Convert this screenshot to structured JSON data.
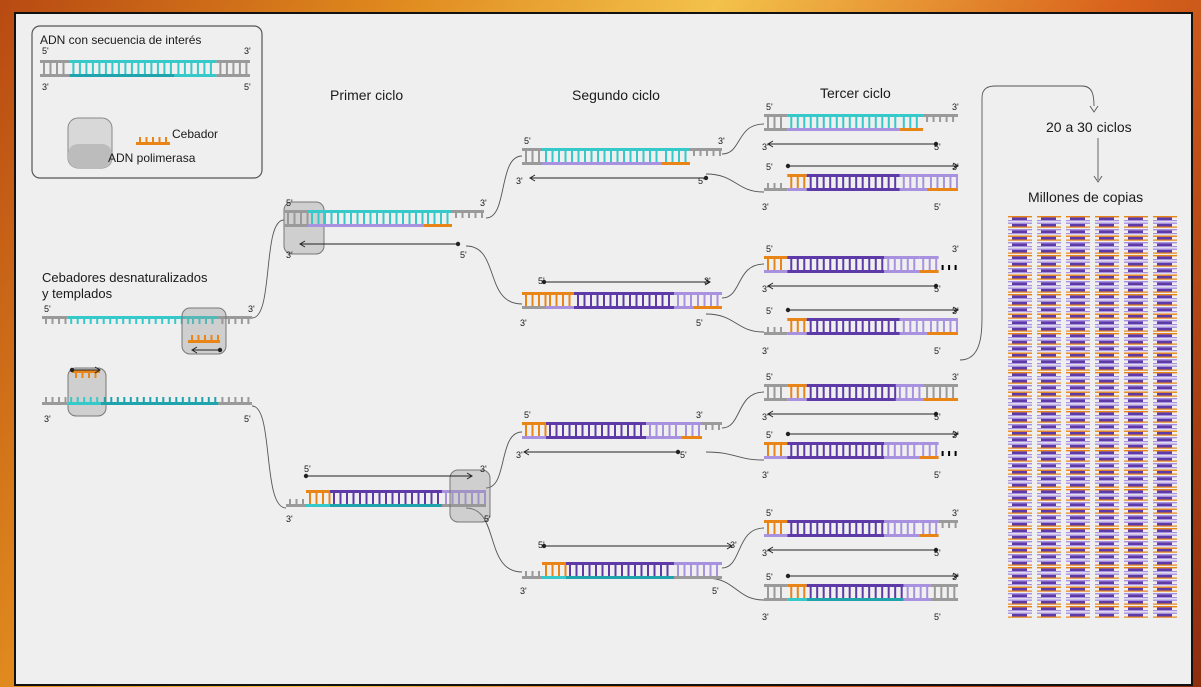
{
  "legend": {
    "title": "ADN con secuencia de interés",
    "primer_label": "Cebador",
    "polymerase_label": "ADN polimerasa"
  },
  "headings": {
    "first_cycle": "Primer ciclo",
    "second_cycle": "Segundo ciclo",
    "third_cycle": "Tercer ciclo",
    "cycles_range": "20 a 30 ciclos",
    "millions": "Millones de copias",
    "denatured": [
      "Cebadores desnaturalizados",
      "y templados"
    ]
  },
  "ends": {
    "five": "5'",
    "three": "3'"
  },
  "colors": {
    "gray": "#9a9a9a",
    "cyan": "#35c9c9",
    "teal": "#1fa3ad",
    "orange": "#e98416",
    "lavender": "#a892e0",
    "purple": "#5e3aa8",
    "frame_bg": "#efefef"
  }
}
